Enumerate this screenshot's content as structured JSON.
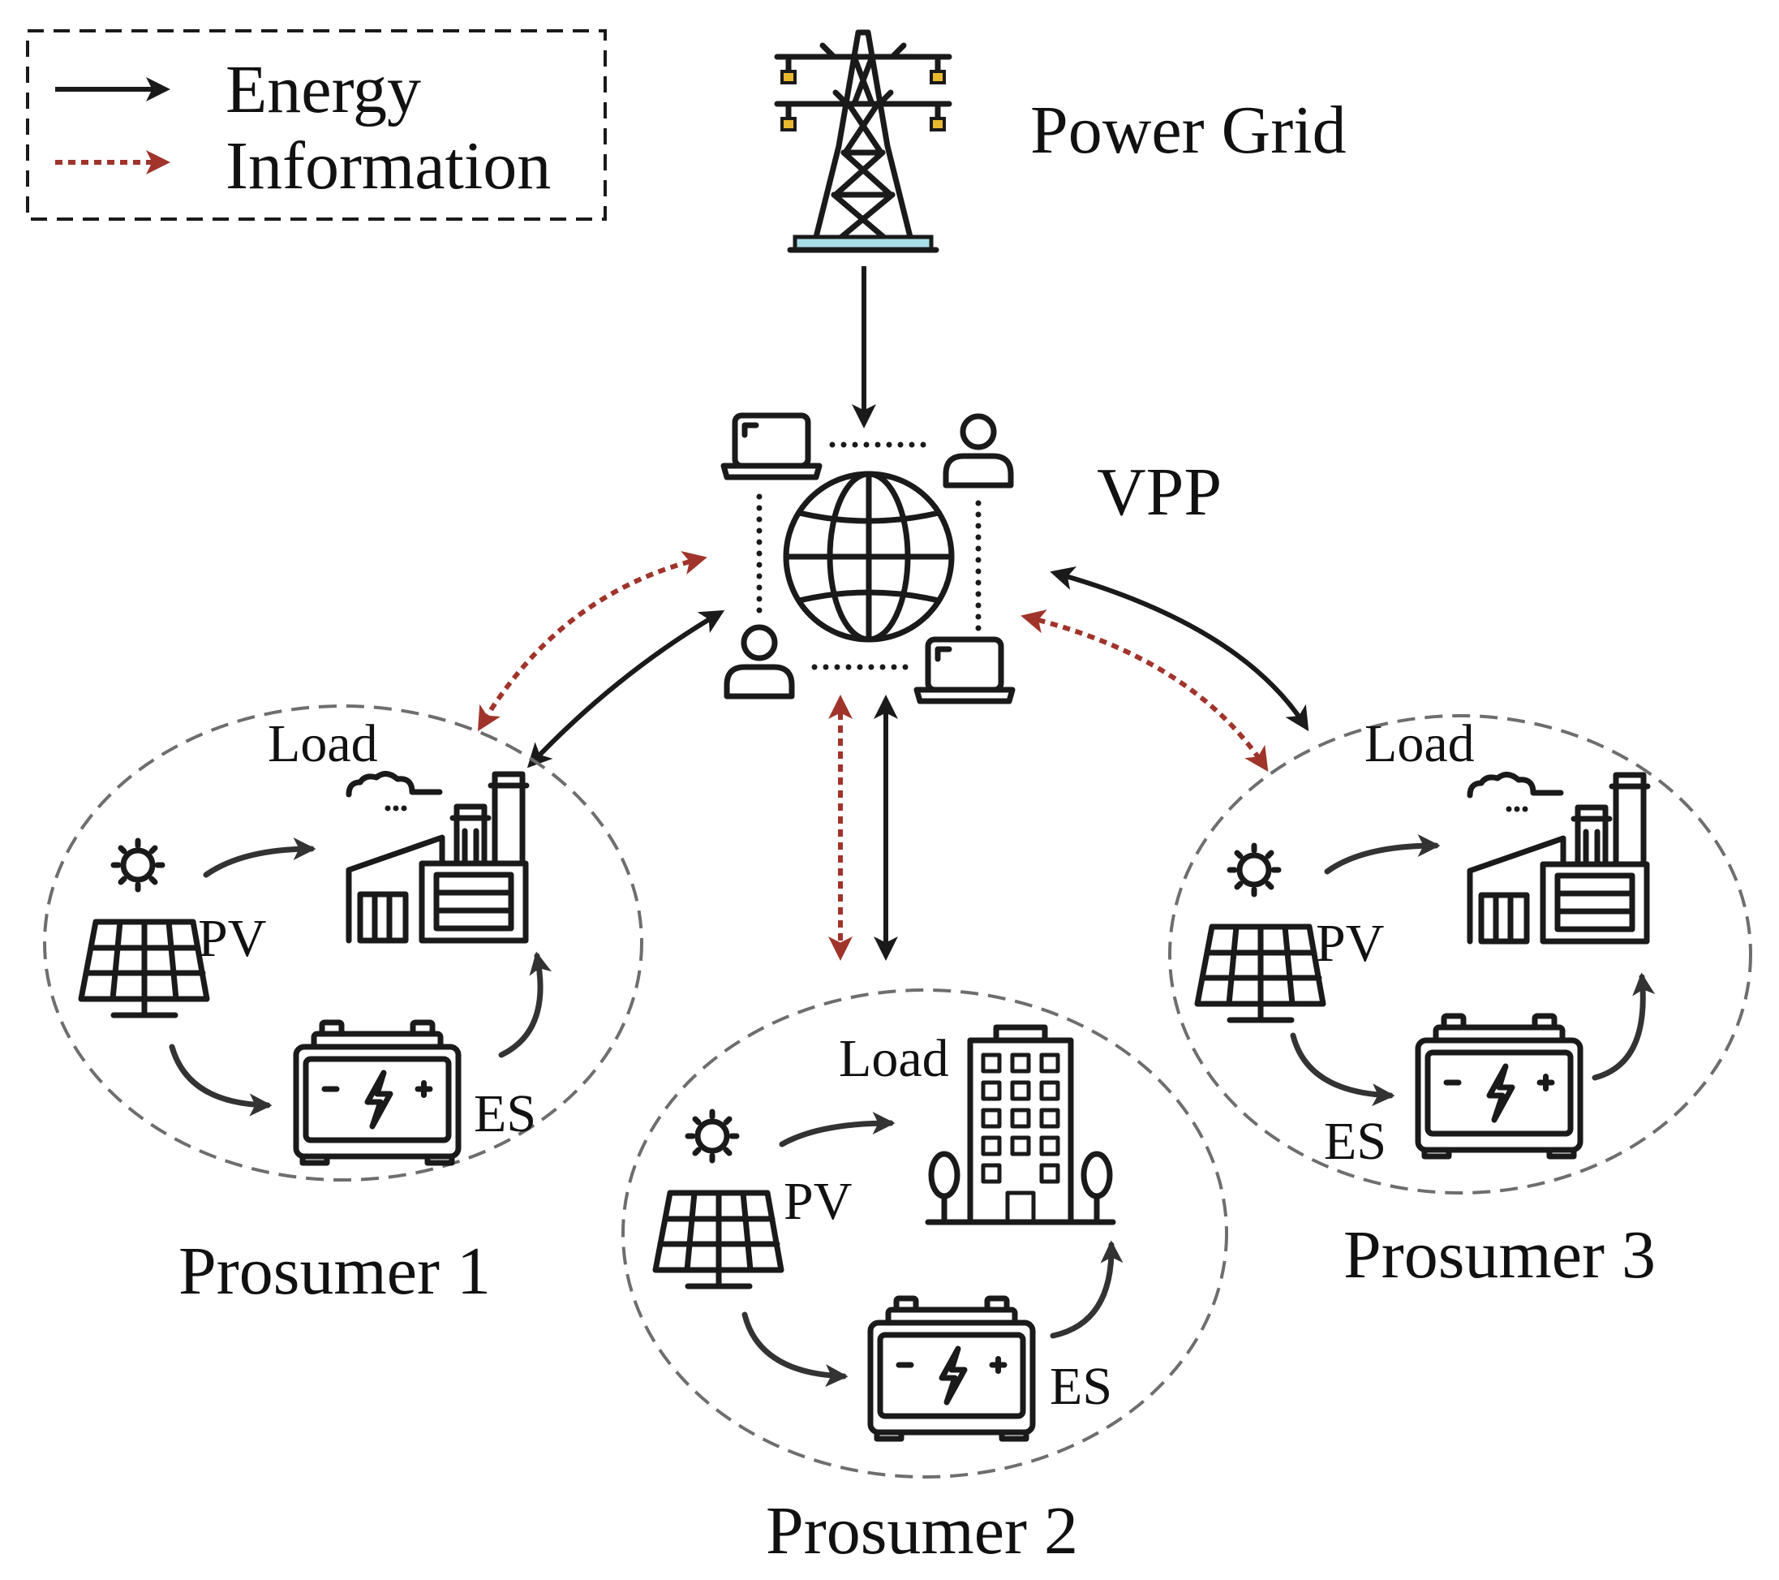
{
  "legend": {
    "energy_label": "Energy",
    "info_label": "Information",
    "energy_color": "#1a1a1a",
    "info_color": "#a0342b"
  },
  "nodes": {
    "grid_label": "Power Grid",
    "vpp_label": "VPP"
  },
  "prosumers": [
    {
      "name": "Prosumer 1",
      "pv": "PV",
      "es": "ES",
      "load": "Load",
      "load_type": "factory"
    },
    {
      "name": "Prosumer 2",
      "pv": "PV",
      "es": "ES",
      "load": "Load",
      "load_type": "office-building"
    },
    {
      "name": "Prosumer 3",
      "pv": "PV",
      "es": "ES",
      "load": "Load",
      "load_type": "factory"
    }
  ],
  "icons": {
    "grid": "transmission-tower-icon",
    "vpp": "globe-network-icon",
    "pv": "solar-panel-icon",
    "sun": "sun-icon",
    "es": "battery-icon",
    "factory": "factory-icon",
    "building": "office-building-icon"
  }
}
